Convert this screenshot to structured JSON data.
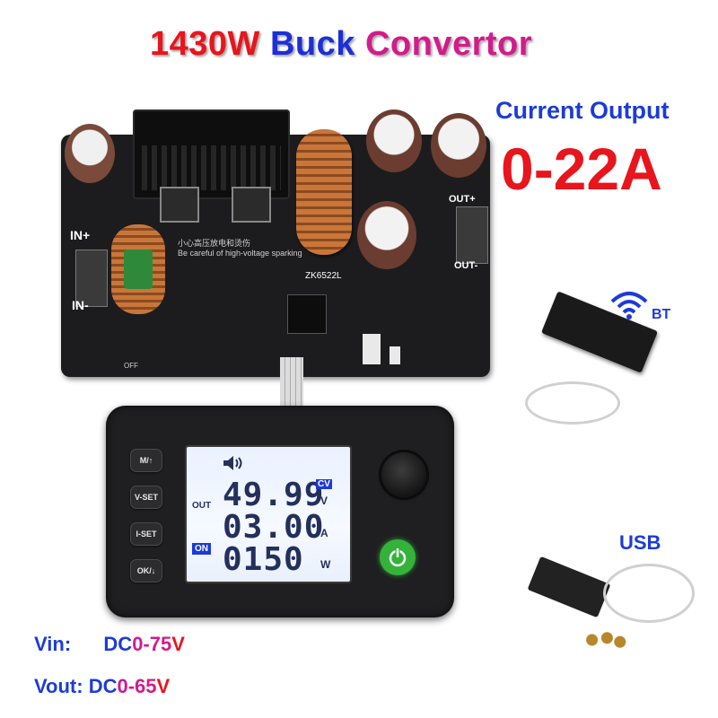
{
  "title": {
    "part1": "1430W",
    "part2": "Buck",
    "part3": "Convertor"
  },
  "current_output": {
    "label": "Current Output",
    "range": "0-22A"
  },
  "pcb": {
    "model": "ZK6522L",
    "in_plus": "IN+",
    "in_minus": "IN-",
    "out_plus": "OUT+",
    "out_minus": "OUT-",
    "warning_cn": "小心高压放电和烫伤",
    "warning_en": "Be careful of high-voltage sparking",
    "off": "OFF"
  },
  "modules": {
    "bt": "BT",
    "usb": "USB"
  },
  "display": {
    "buttons": [
      "M/↑",
      "V-SET",
      "I-SET",
      "OK/↓"
    ],
    "out_label": "OUT",
    "on_label": "ON",
    "mode": "CV",
    "voltage": "49.99",
    "voltage_unit": "V",
    "current": "03.00",
    "current_unit": "A",
    "power": "0150",
    "power_unit": "W"
  },
  "specs": {
    "vin_label": "Vin:",
    "vin_prefix": "DC",
    "vin_range": "0-75",
    "vin_unit": "V",
    "vout_label": "Vout:",
    "vout_prefix": "DC",
    "vout_range": "0-65",
    "vout_unit": "V"
  },
  "colors": {
    "red": "#e8151c",
    "blue": "#1d3bd8",
    "magenta": "#d21b8c",
    "lcd_ink": "#24305c",
    "power_green": "#35b23a"
  },
  "icons": [
    "speaker-icon",
    "wifi-icon",
    "power-icon"
  ]
}
